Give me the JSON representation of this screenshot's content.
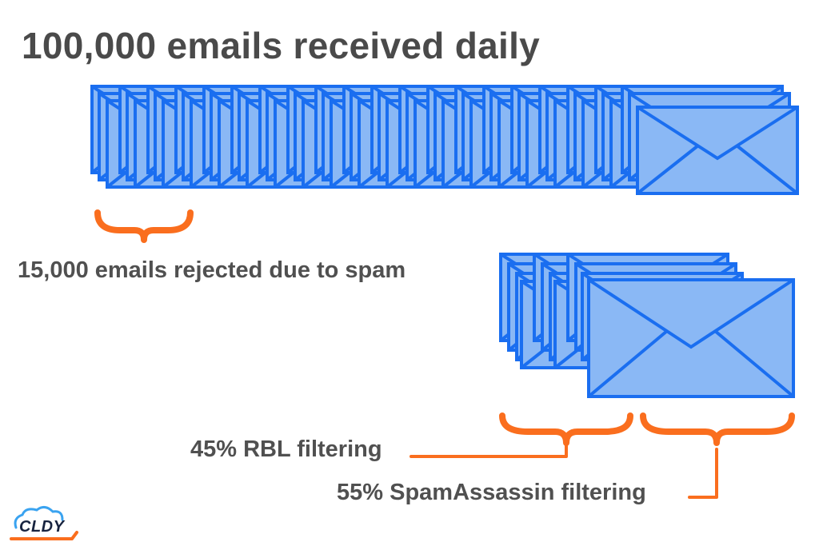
{
  "title": "100,000 emails received daily",
  "labels": {
    "rejected": "15,000 emails rejected due to spam",
    "rbl": "45% RBL filtering",
    "spamassassin": "55% SpamAssassin filtering"
  },
  "logo": {
    "text": "CLDY"
  },
  "colors": {
    "envelope_fill": "#8ab8f5",
    "envelope_stroke": "#1a6ef0",
    "brace": "#fa6e1e",
    "text": "#4a4a4a"
  },
  "icons": [
    "envelope-icon",
    "brace-icon",
    "cloud-logo-icon"
  ]
}
